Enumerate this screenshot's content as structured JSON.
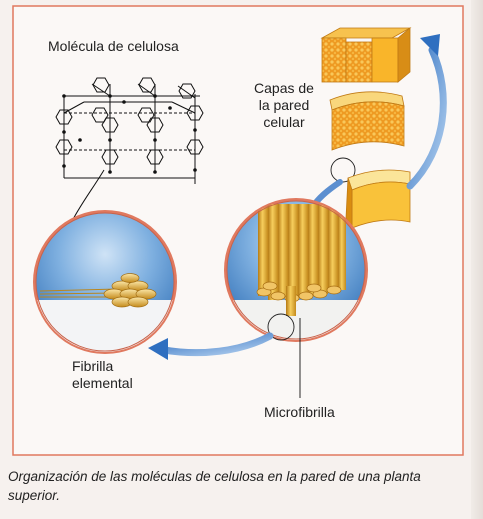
{
  "labels": {
    "molecule": "Molécula de celulosa",
    "layers": [
      "Capas de",
      "la pared",
      "celular"
    ],
    "fibril": [
      "Fibrilla",
      "elemental"
    ],
    "microfibril": "Microfibrilla"
  },
  "caption": "Organización de las moléculas de celulosa en la pared de una planta superior.",
  "colors": {
    "frame": "#e0795f",
    "arrow": "#5c8fd0",
    "sky": "#2f6fb6",
    "wall": "#efaa2a",
    "fiber": "#e9b33e",
    "background": "#f6f1ee"
  }
}
